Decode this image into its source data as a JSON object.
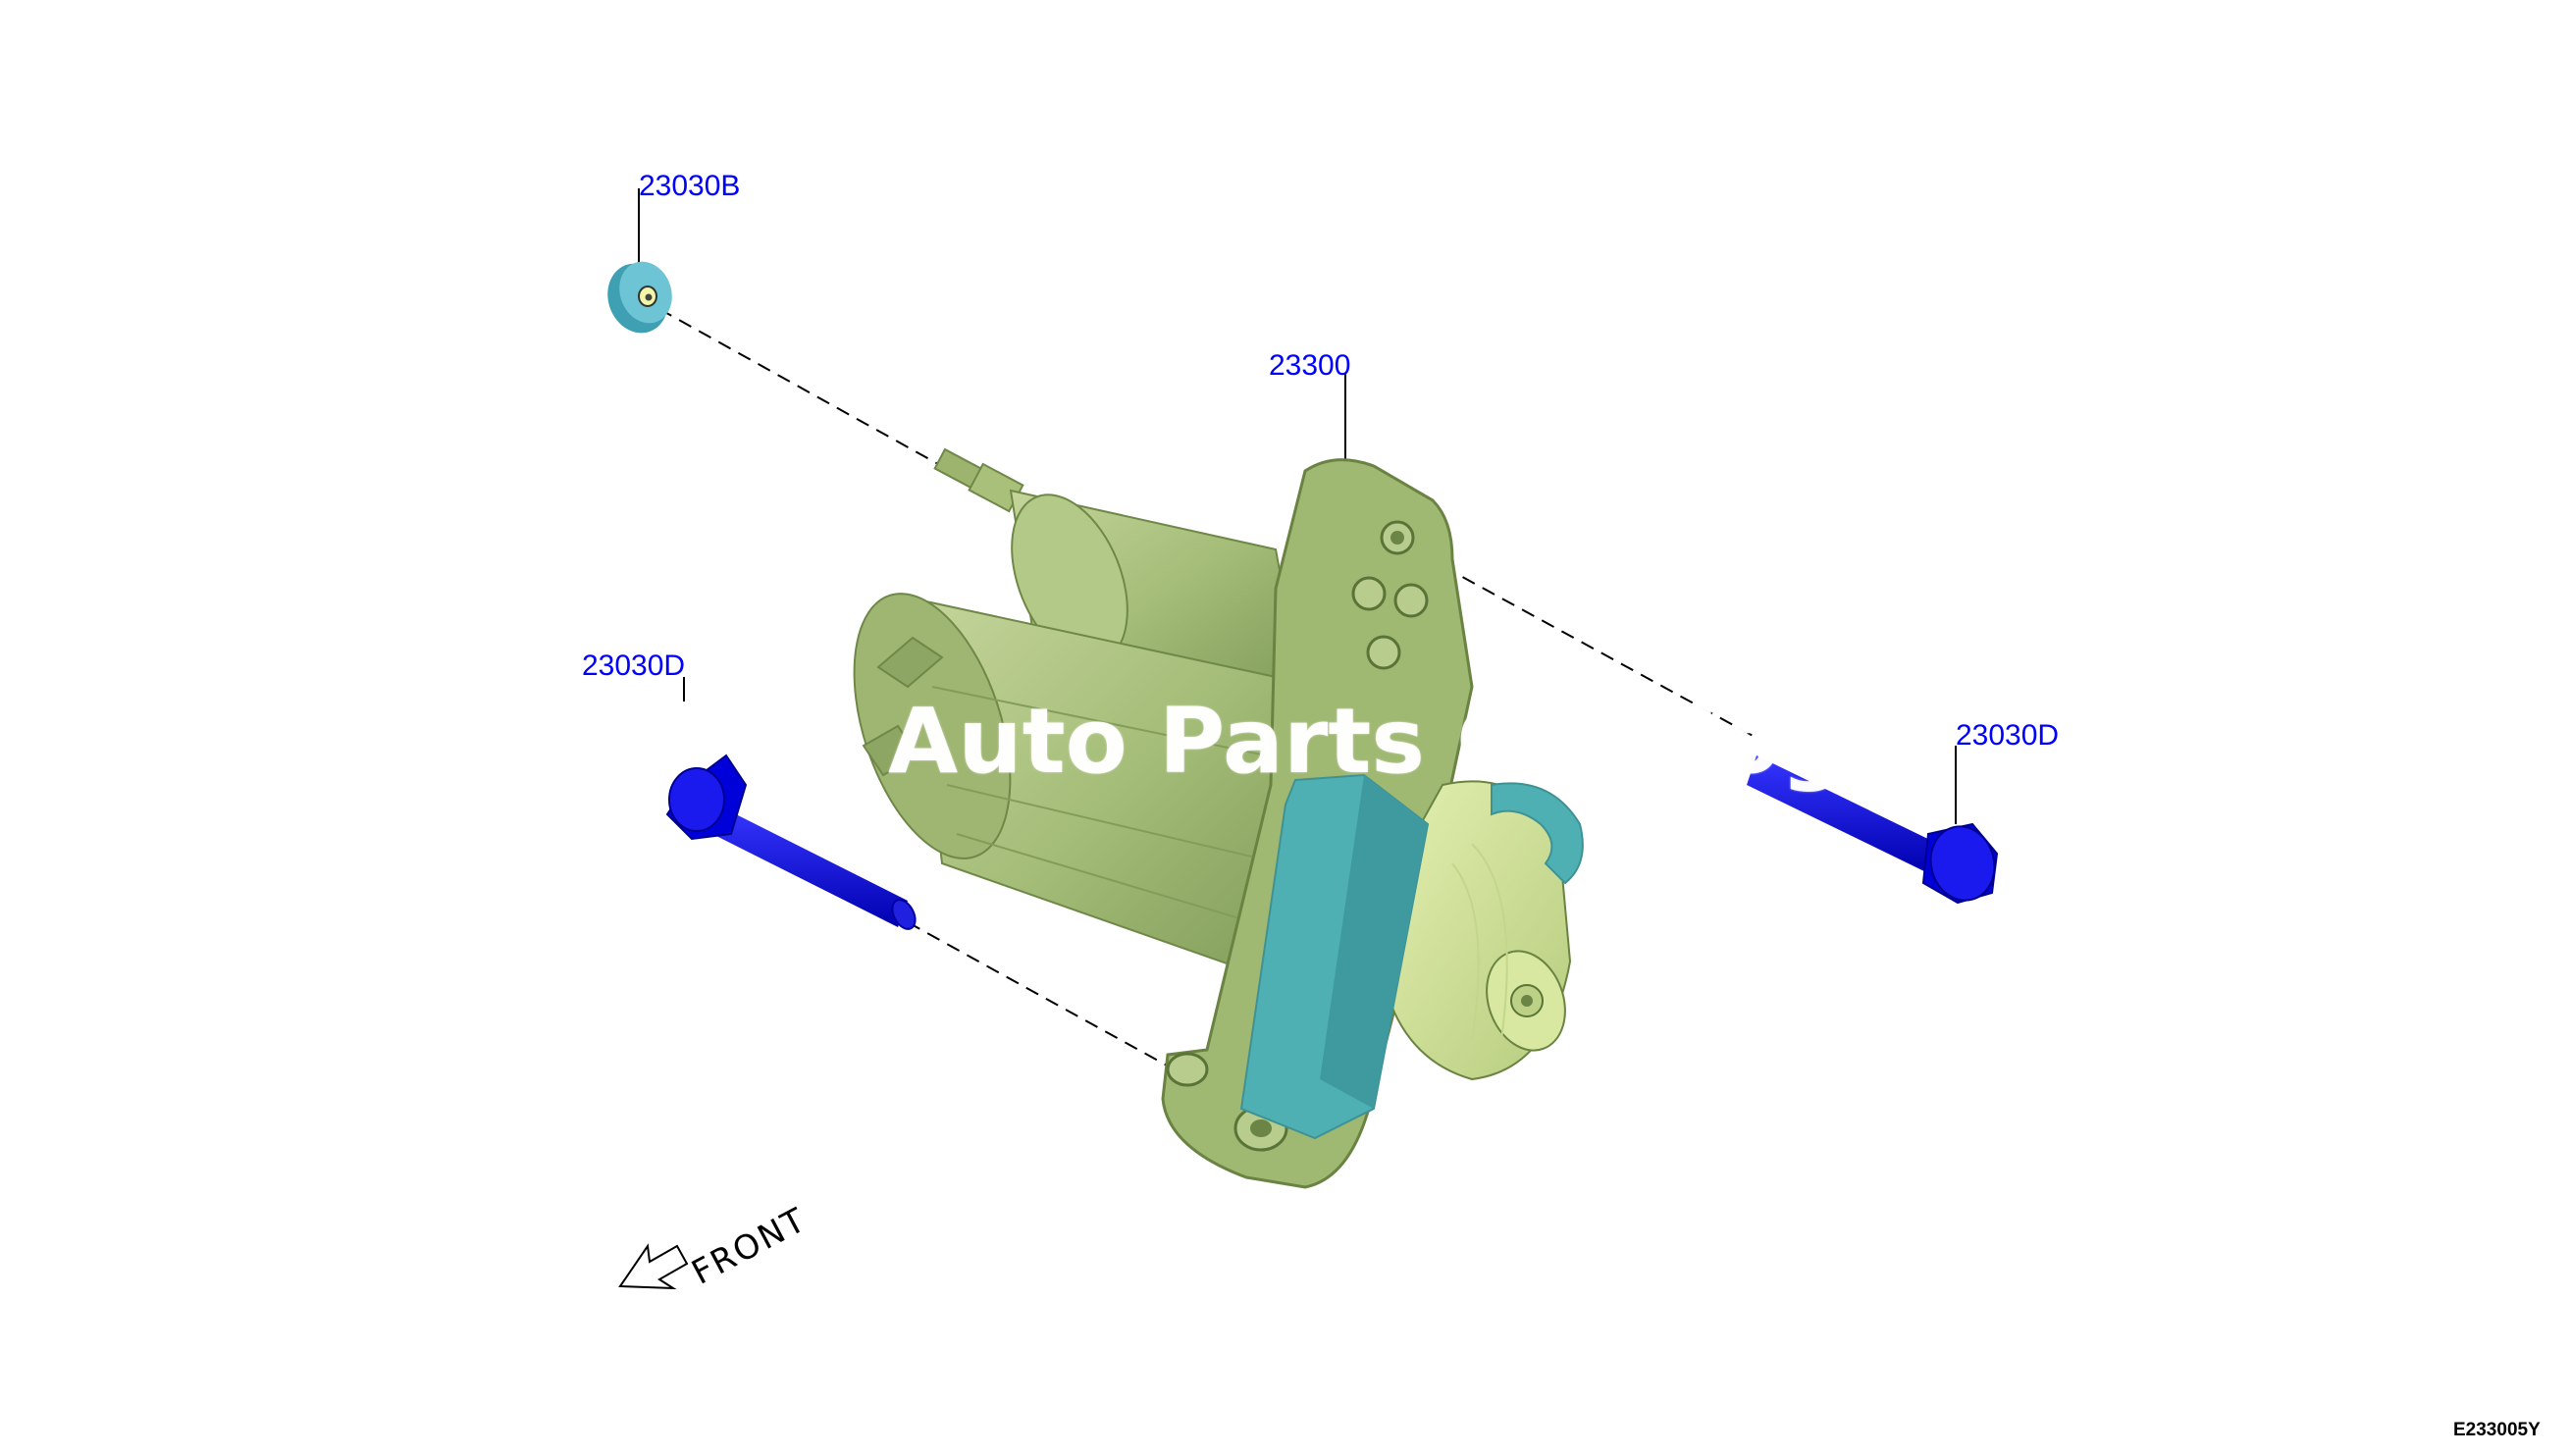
{
  "callouts": {
    "nut_top": "23030B",
    "starter": "23300",
    "bolt_left": "23030D",
    "bolt_right": "23030D"
  },
  "front_label": "FRONT",
  "figure_code": "E233005Y",
  "watermark": "Auto Parts Catalog",
  "colors": {
    "callout_text": "#0000ff",
    "starter_body": "#a4bd78",
    "fastener_bolt": "#0a0ae6",
    "fastener_nut": "#5bb7c8",
    "insulator": "#4fb0b4"
  }
}
